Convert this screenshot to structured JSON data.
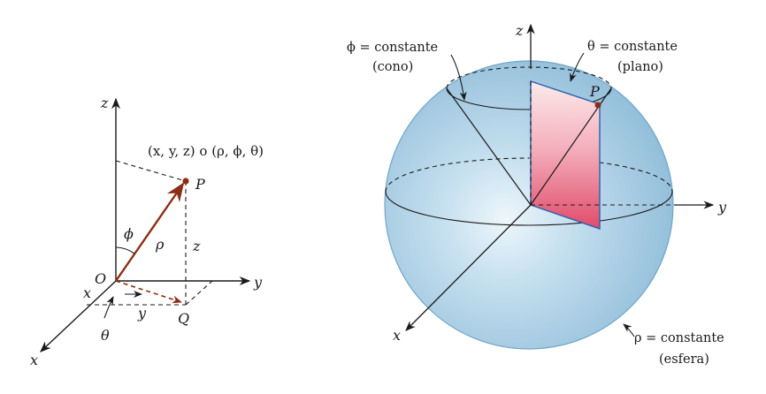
{
  "left_figure": {
    "axis_z": "z",
    "axis_y": "y",
    "axis_x": "x",
    "point_coords": "(x, y, z) o (ρ, ϕ, θ)",
    "point_label": "P",
    "origin_label": "O",
    "projection_label": "Q",
    "phi_label": "ϕ",
    "rho_label": "ρ",
    "z_label": "z",
    "x_label": "x",
    "y_label": "y",
    "theta_label": "θ"
  },
  "right_figure": {
    "axis_z": "z",
    "axis_y": "y",
    "axis_x": "x",
    "point_label": "P",
    "cone_label_1": "ϕ = constante",
    "cone_label_2": "(cono)",
    "plane_label_1": "θ = constante",
    "plane_label_2": "(plano)",
    "sphere_label_1": "ρ = constante",
    "sphere_label_2": "(esfera)"
  },
  "colors": {
    "sphere_fill": "#a9cde3",
    "sphere_edge": "#6fa6c8",
    "plane_fill_top": "#f9e4e4",
    "plane_fill_bottom": "#e0506e",
    "plane_edge": "#2a5fb0",
    "vector_color": "#8b2e12",
    "point_color": "#8b2e12"
  }
}
